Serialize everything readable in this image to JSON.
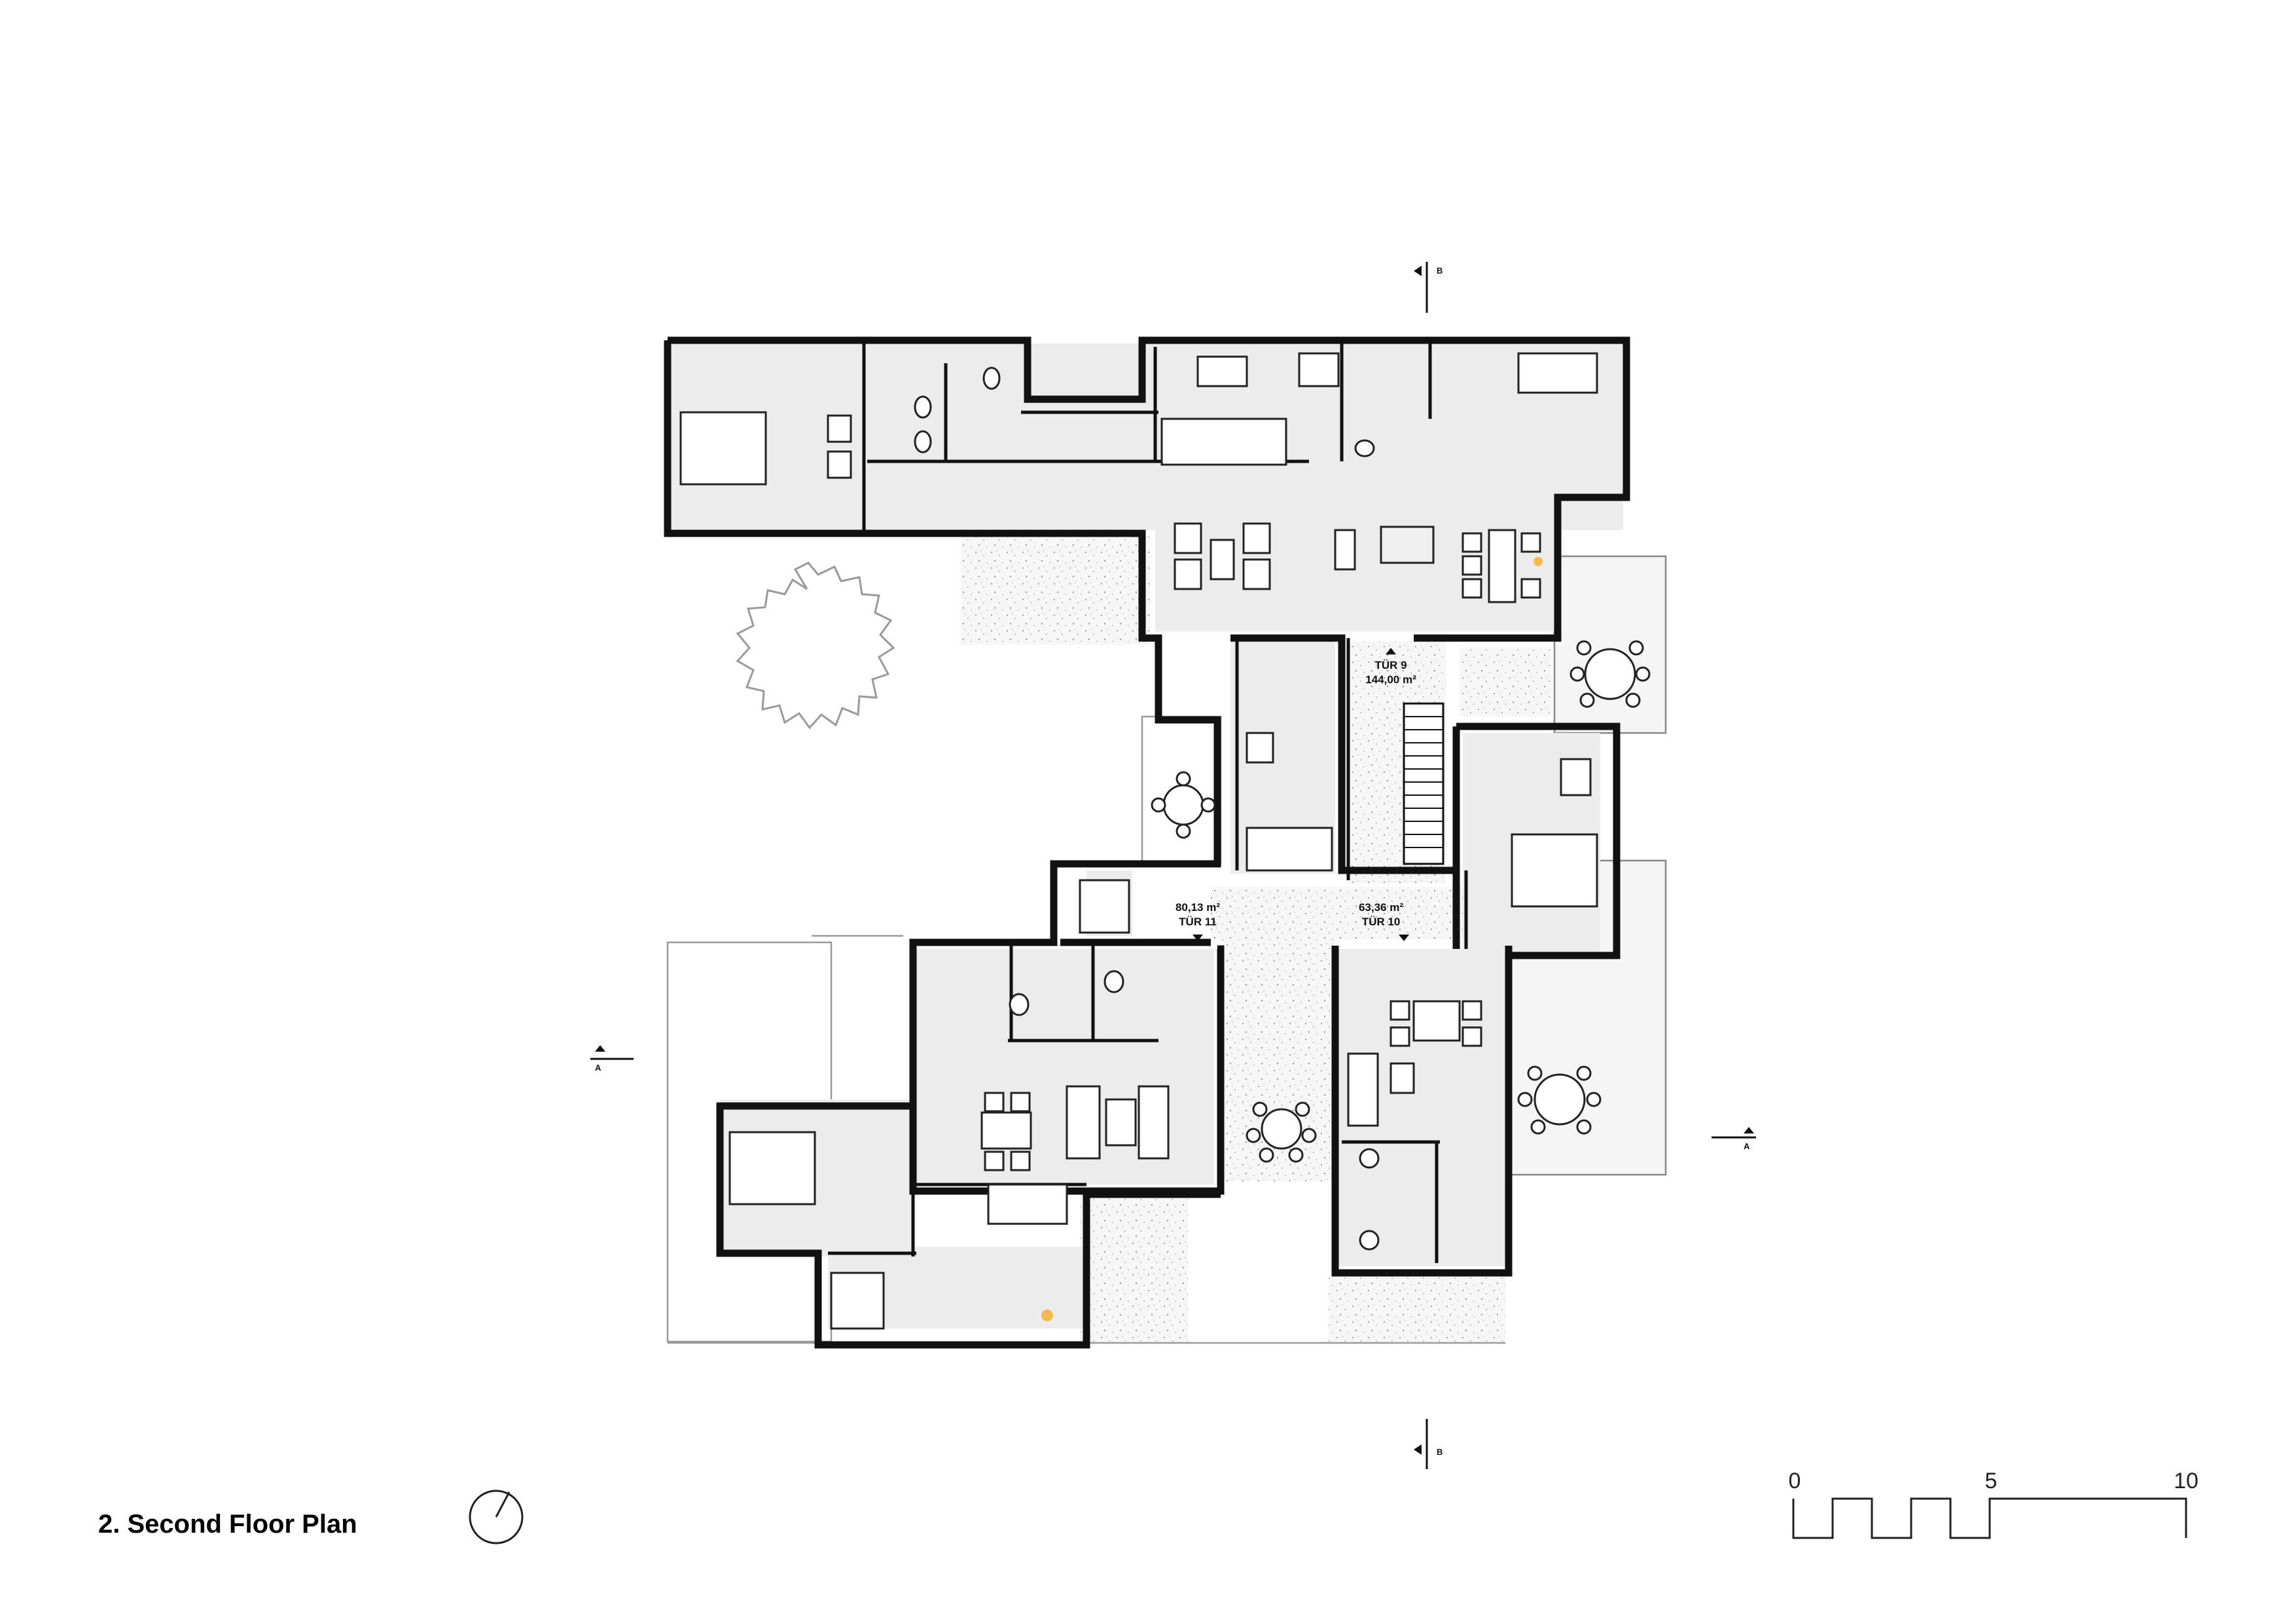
{
  "title": "2.  Second Floor Plan",
  "units": [
    {
      "door": "TÜR 9",
      "area": "144,00 m²"
    },
    {
      "door": "TÜR 11",
      "area": "80,13 m²"
    },
    {
      "door": "TÜR 10",
      "area": "63,36 m²"
    }
  ],
  "section_markers": {
    "a": "A",
    "b": "B"
  },
  "scale_bar": {
    "labels": [
      "0",
      "5",
      "10"
    ]
  },
  "icons": [
    "north-arrow-icon",
    "sun-icon",
    "tree-icon"
  ],
  "colors": {
    "walls": "#111111",
    "rooms": "#ececec",
    "accent_sun": "#f3b94a"
  }
}
